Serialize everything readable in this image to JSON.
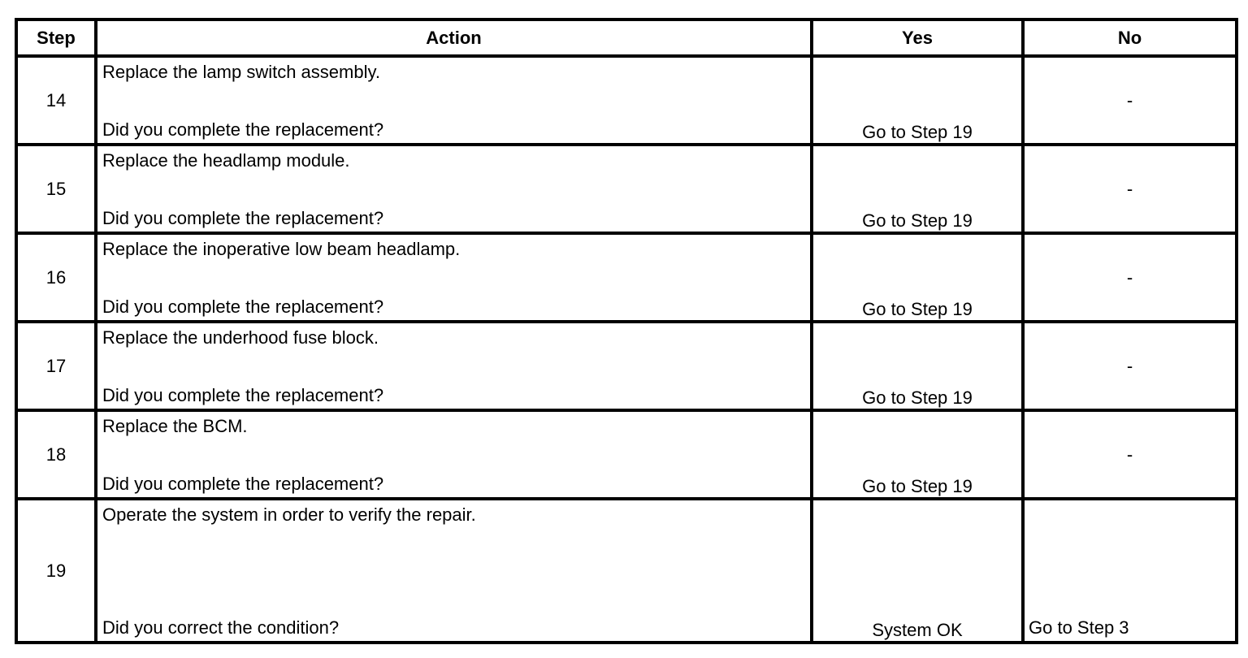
{
  "headers": {
    "step": "Step",
    "action": "Action",
    "yes": "Yes",
    "no": "No"
  },
  "rows": [
    {
      "step": "14",
      "instruction": "Replace the lamp switch assembly.",
      "question": "Did you complete the replacement?",
      "yes": "Go to Step 19",
      "no": "-"
    },
    {
      "step": "15",
      "instruction": "Replace the headlamp module.",
      "question": "Did you complete the replacement?",
      "yes": "Go to Step 19",
      "no": "-"
    },
    {
      "step": "16",
      "instruction": "Replace the inoperative low beam headlamp.",
      "question": "Did you complete the replacement?",
      "yes": "Go to Step 19",
      "no": "-"
    },
    {
      "step": "17",
      "instruction": "Replace the underhood fuse block.",
      "question": "Did you complete the replacement?",
      "yes": "Go to Step 19",
      "no": "-"
    },
    {
      "step": "18",
      "instruction": "Replace the BCM.",
      "question": "Did you complete the replacement?",
      "yes": "Go to Step 19",
      "no": "-"
    },
    {
      "step": "19",
      "instruction": "Operate the system in order to verify the repair.",
      "question": "Did you correct the condition?",
      "yes": "System OK",
      "no": "Go to Step 3"
    }
  ]
}
